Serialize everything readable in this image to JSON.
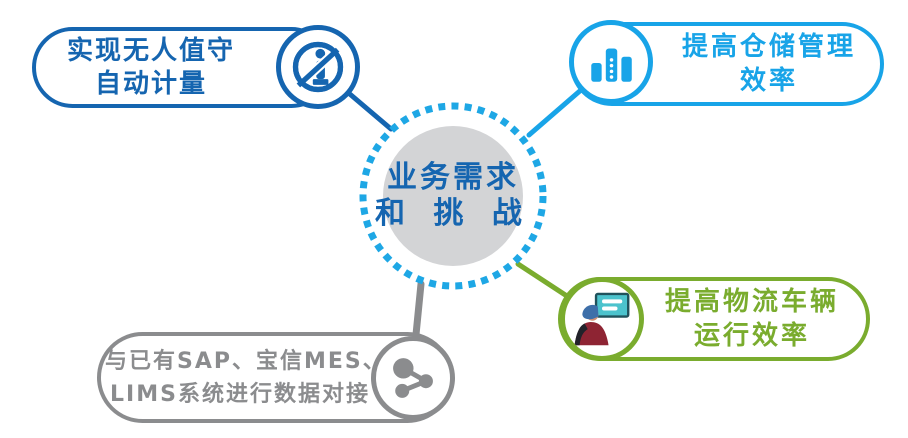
{
  "diagram": {
    "center": {
      "line1": "业务需求",
      "line2": "和 挑 战",
      "fill_color": "#d3d4d6",
      "text_color": "#1565b0",
      "ring_color": "#1ea7e5"
    },
    "bubbles": [
      {
        "position": "top-left",
        "lines": [
          "实现无人值守",
          "自动计量"
        ],
        "color": "#1565b0",
        "icon": "no-person-icon"
      },
      {
        "position": "top-right",
        "lines": [
          "提高仓储管理",
          "效率"
        ],
        "color": "#18a4e8",
        "icon": "bar-chart-icon"
      },
      {
        "position": "bottom-right",
        "lines": [
          "提高物流车辆",
          "运行效率"
        ],
        "color": "#7aac2e",
        "icon": "operator-screen-icon"
      },
      {
        "position": "bottom-left",
        "lines": [
          "与已有SAP、宝信MES、",
          "LIMS系统进行数据对接"
        ],
        "color": "#8b8c8e",
        "icon": "share-network-icon"
      }
    ]
  }
}
